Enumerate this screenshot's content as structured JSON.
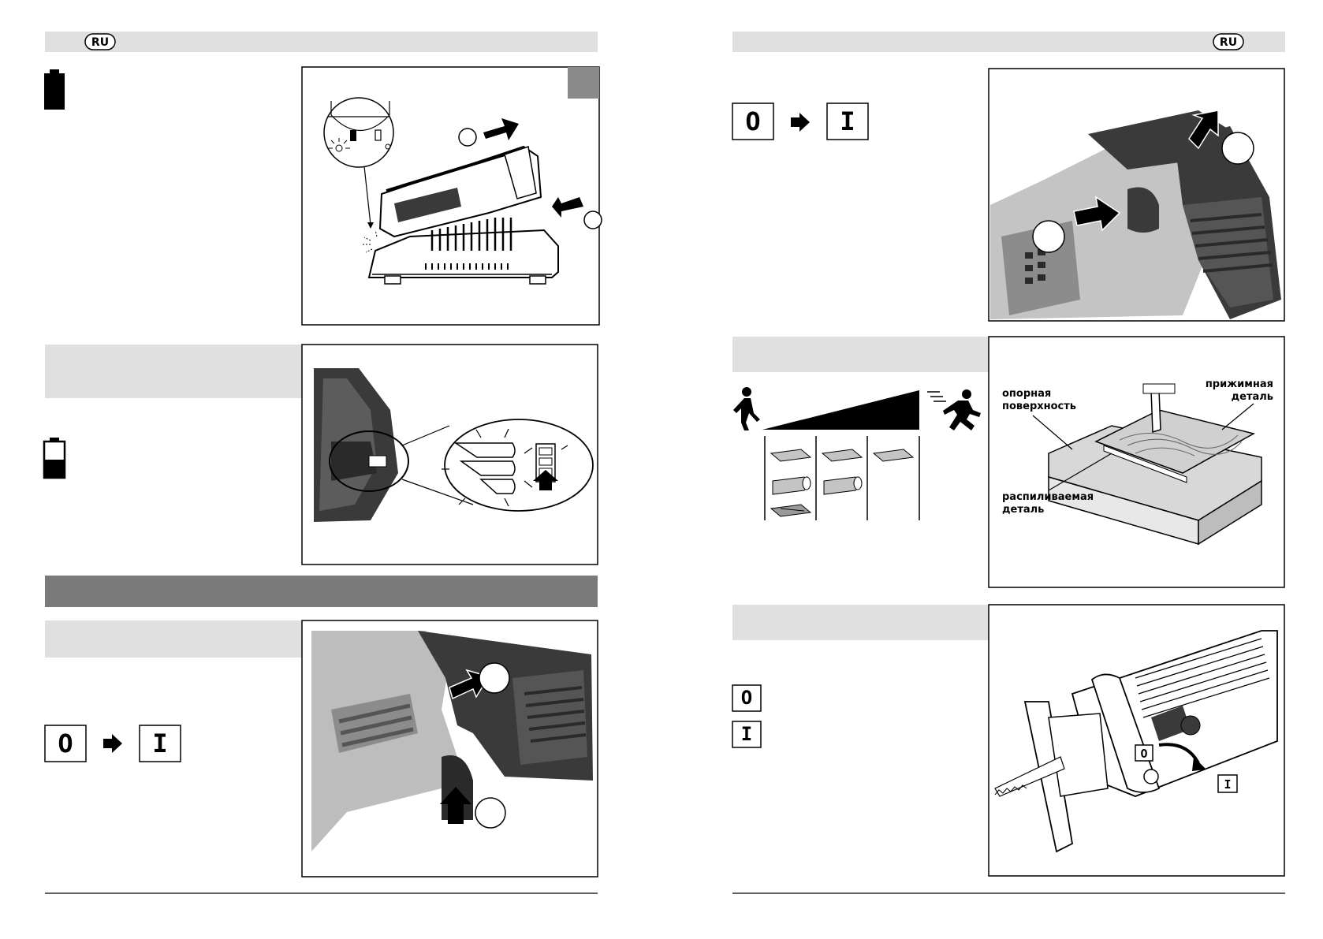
{
  "left_page": {
    "language_badge": "RU",
    "battery_full_icon": "battery-full-icon",
    "battery_low_icon": "battery-low-icon",
    "switch_off_symbol": "O",
    "switch_on_symbol": "I"
  },
  "right_page": {
    "language_badge": "RU",
    "switch_off_symbol": "O",
    "switch_on_symbol": "I",
    "speed_figure": {
      "walk_icon": "walking-person-icon",
      "run_icon": "running-person-icon"
    },
    "cutting_figure": {
      "label_support": [
        "опорная",
        "поверхность"
      ],
      "label_clamp": [
        "прижимная",
        "деталь"
      ],
      "label_cut": [
        "распиливаемая",
        "деталь"
      ]
    },
    "lever_figure": {
      "off_symbol": "O",
      "on_symbol": "I"
    },
    "legend": {
      "off_symbol": "O",
      "on_symbol": "I"
    }
  },
  "colors": {
    "header_bar": "#e0e0e0",
    "dark_bar": "#7a7a7a",
    "tool_body": "#3a3a3a",
    "tool_grey": "#bdbdbd"
  }
}
